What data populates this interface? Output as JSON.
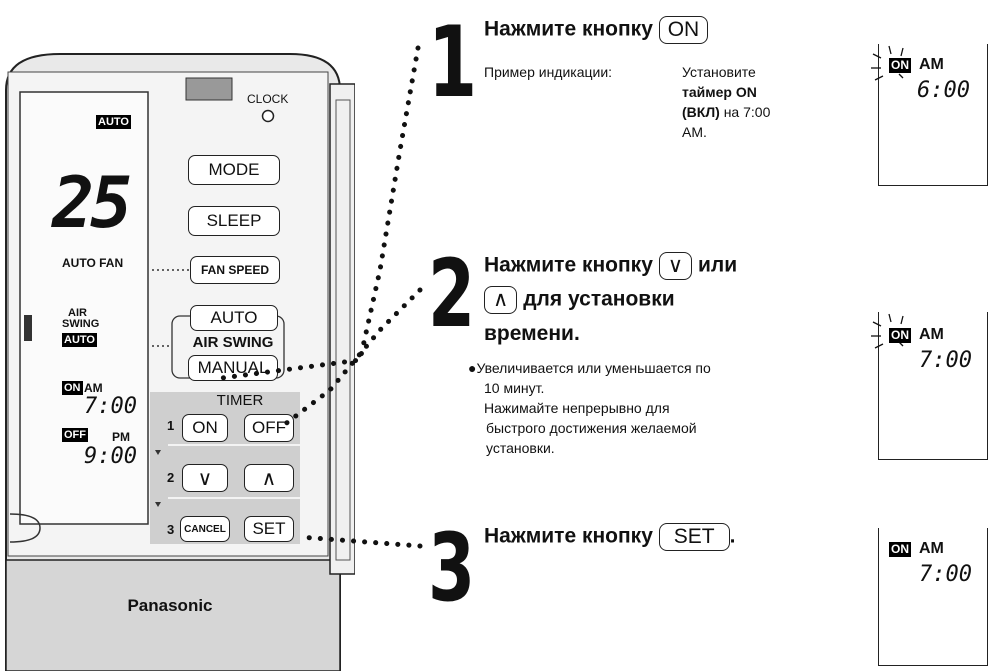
{
  "remote": {
    "brand": "Panasonic",
    "clock_label": "CLOCK",
    "display": {
      "mode_badge": "AUTO",
      "temperature": "25",
      "fan_label": "AUTO FAN",
      "air_label_1": "AIR",
      "air_label_2": "SWING",
      "swing_badge": "AUTO",
      "on_badge": "ON",
      "am_label": "AM",
      "on_time": "7:00",
      "off_badge": "OFF",
      "pm_label": "PM",
      "off_time": "9:00"
    },
    "buttons": {
      "mode": "MODE",
      "sleep": "SLEEP",
      "fan_speed": "FAN SPEED",
      "swing_auto": "AUTO",
      "air_swing": "AIR SWING",
      "swing_manual": "MANUAL",
      "timer": "TIMER",
      "timer_on": "ON",
      "timer_off": "OFF",
      "down": "∨",
      "up": "∧",
      "cancel": "CANCEL",
      "set": "SET"
    },
    "row_numbers": [
      "1",
      "2",
      "3"
    ]
  },
  "steps": [
    {
      "number": "1",
      "title_prefix": "Нажмите кнопку",
      "button": "ON",
      "example_label": "Пример индикации:",
      "example_text_1": "Установите",
      "example_text_2": "таймер ON",
      "example_text_3": "(ВКЛ)",
      "example_text_4": "на 7:00",
      "example_text_5": "AM."
    },
    {
      "number": "2",
      "title_prefix": "Нажмите кнопку",
      "button_down": "∨",
      "title_or": "или",
      "button_up": "∧",
      "title_suffix": "для установки",
      "title_line3": "времени.",
      "bullet_1": "●Увеличивается или уменьшается по",
      "bullet_2": "10 минут.",
      "bullet_3": "Нажимайте непрерывно для",
      "bullet_4": "быстрого достижения желаемой",
      "bullet_5": "установки."
    },
    {
      "number": "3",
      "title_prefix": "Нажмите кнопку",
      "button": "SET",
      "title_end": "."
    }
  ],
  "lcd_panels": [
    {
      "badge": "ON",
      "am": "AM",
      "time": "6:00"
    },
    {
      "badge": "ON",
      "am": "AM",
      "time": "7:00"
    },
    {
      "badge": "ON",
      "am": "AM",
      "time": "7:00"
    }
  ]
}
